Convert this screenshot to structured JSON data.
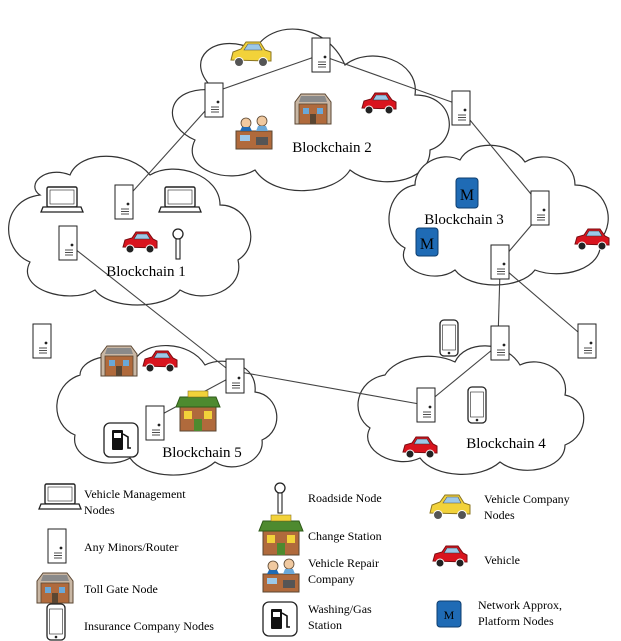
{
  "blockchains": {
    "bc1": "Blockchain 1",
    "bc2": "Blockchain 2",
    "bc3": "Blockchain 3",
    "bc4": "Blockchain 4",
    "bc5": "Blockchain 5"
  },
  "network_marker": "M",
  "legend": {
    "vehicle_management": [
      "Vehicle Management",
      "Nodes"
    ],
    "miners_router": [
      "Any Minors/Router"
    ],
    "toll_gate": [
      "Toll Gate Node"
    ],
    "insurance": [
      "Insurance Company Nodes"
    ],
    "roadside": [
      "Roadside Node"
    ],
    "change_station": [
      "Change Station"
    ],
    "repair": [
      "Vehicle Repair",
      "Company"
    ],
    "washing_gas": [
      "Washing/Gas",
      "Station"
    ],
    "vehicle_company": [
      "Vehicle Company",
      "Nodes"
    ],
    "vehicle": [
      "Vehicle"
    ],
    "network_approx": [
      "Network Approx,",
      "Platform Nodes"
    ]
  },
  "colors": {
    "vehicle_red": "#d9141e",
    "taxi_yellow": "#f2d23a",
    "network_blue": "#1f6bb5",
    "building_brick": "#b06a3c",
    "station_green": "#4e8a2f"
  }
}
